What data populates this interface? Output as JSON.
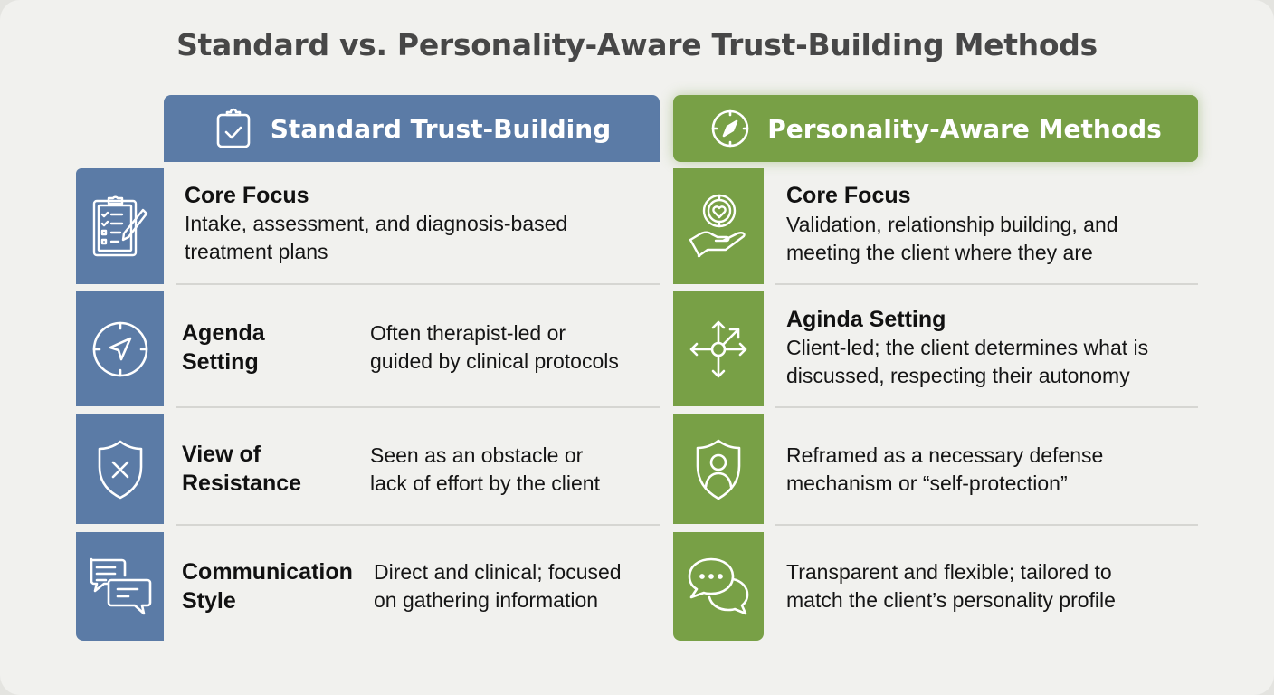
{
  "title": "Standard vs. Personality-Aware Trust-Building Methods",
  "colors": {
    "standard": "#5b7ba6",
    "personality_aware": "#78a046",
    "background": "#f1f1ee",
    "title_text": "#474747"
  },
  "columns": {
    "standard": {
      "header": "Standard Trust-Building",
      "header_icon": "clipboard-check-icon",
      "rows": [
        {
          "icon": "clipboard-checklist-pencil-icon",
          "label": "Core Focus",
          "description": "Intake, assessment, and diagnosis-based treatment plans"
        },
        {
          "icon": "compass-navigation-icon",
          "label_lines": [
            "Agenda",
            "Setting"
          ],
          "description_lines": [
            "Often therapist-led or",
            "guided by clinical protocols"
          ]
        },
        {
          "icon": "shield-x-icon",
          "label_lines": [
            "View of",
            "Resistance"
          ],
          "description_lines": [
            "Seen as an obstacle or",
            "lack of effort by the client"
          ]
        },
        {
          "icon": "chat-bubbles-icon",
          "label_lines": [
            "Communication",
            "Style"
          ],
          "description_lines": [
            "Direct and clinical; focused",
            "on gathering information"
          ]
        }
      ]
    },
    "personality_aware": {
      "header": "Personality-Aware Methods",
      "header_icon": "compass-icon",
      "rows": [
        {
          "icon": "hand-heart-icon",
          "label": "Core Focus",
          "description_lines": [
            "Validation, relationship building, and",
            "meeting the client where they are"
          ]
        },
        {
          "icon": "arrows-out-icon",
          "label": "Aginda Setting",
          "description_lines": [
            "Client-led; the client determines what is",
            "discussed, respecting their autonomy"
          ]
        },
        {
          "icon": "shield-user-icon",
          "description_lines": [
            "Reframed as a necessary defense",
            "mechanism or “self-protection”"
          ]
        },
        {
          "icon": "chat-dots-icon",
          "description_lines": [
            "Transparent and flexible; tailored to",
            "match the client’s personality profile"
          ]
        }
      ]
    }
  }
}
